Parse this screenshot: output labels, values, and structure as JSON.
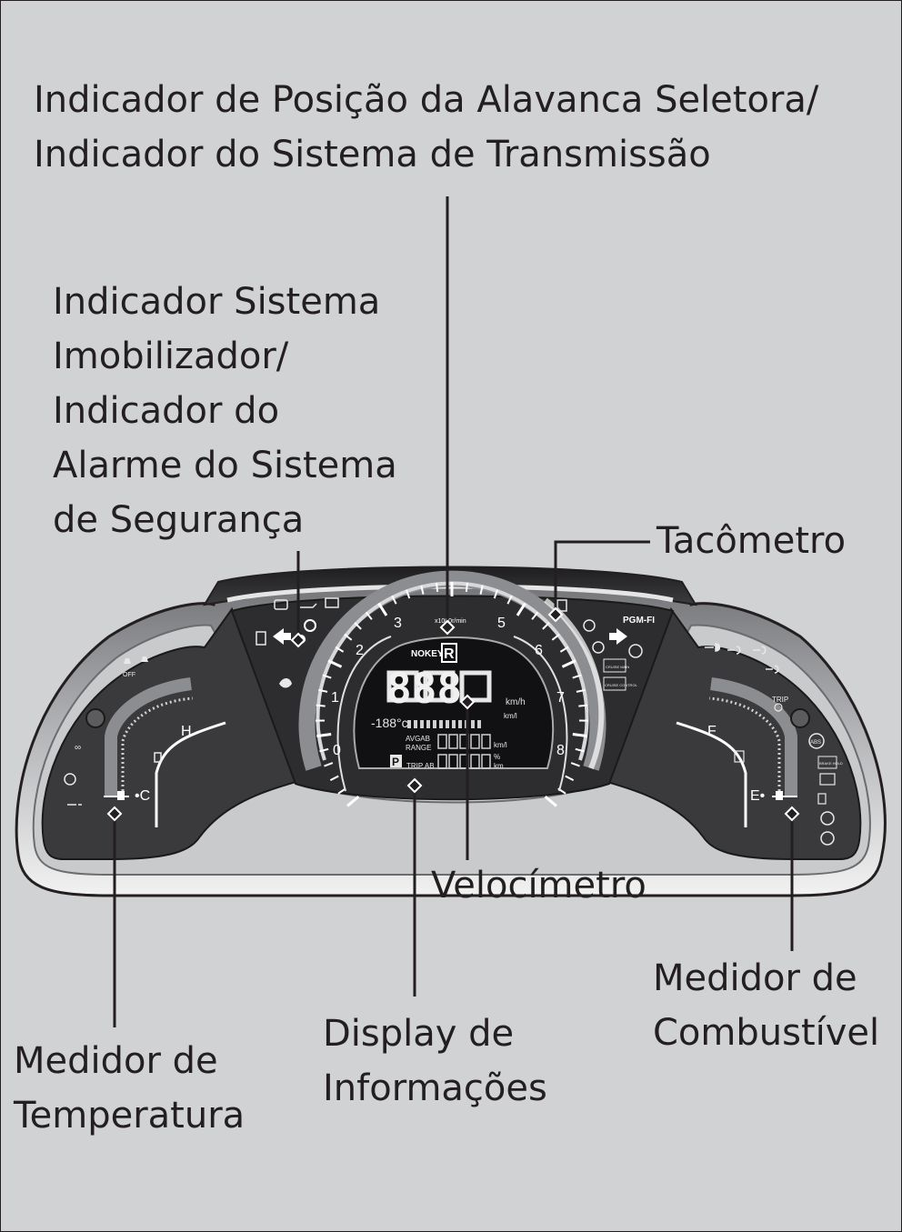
{
  "callouts": {
    "selector": [
      "Indicador de Posição da Alavanca Seletora/",
      "Indicador do Sistema de Transmissão"
    ],
    "immobilizer": [
      "Indicador Sistema",
      "Imobilizador/",
      "Indicador do",
      "Alarme do Sistema",
      "de Segurança"
    ],
    "tachometer": "Tacômetro",
    "speedometer": "Velocímetro",
    "fuel": [
      "Medidor de",
      "Combustível"
    ],
    "info": [
      "Display de",
      "Informações"
    ],
    "temperature": [
      "Medidor de",
      "Temperatura"
    ]
  },
  "cluster": {
    "tach_numbers": [
      "0",
      "1",
      "2",
      "3",
      "5",
      "6",
      "7",
      "8"
    ],
    "tach_unit": "x1000r/min",
    "speed_digits": "888",
    "speed_unit": "km/h",
    "pgm": "PGM-FI",
    "nokey": "NOKEY",
    "temp_display": "-188°c",
    "avg_label": "AVGAB",
    "range_label": "RANGE",
    "kml": "km/l",
    "km": "km",
    "percent": "%",
    "trip_ab": "TRIP AB",
    "trip": "TRIP",
    "cruise_main": "CRUISE MAIN",
    "cruise_control": "CRUISE CONTROL",
    "brake_hold": "BRAKE HOLD",
    "abs": "ABS",
    "off": "OFF",
    "h": "H",
    "c": "•C",
    "f": "F",
    "e": "E•",
    "p": "P"
  },
  "colors": {
    "background": "#d1d2d4",
    "cluster_dark": "#3a3a3c",
    "rim": "#8c8d90",
    "ink": "#231f20",
    "white": "#ffffff"
  }
}
